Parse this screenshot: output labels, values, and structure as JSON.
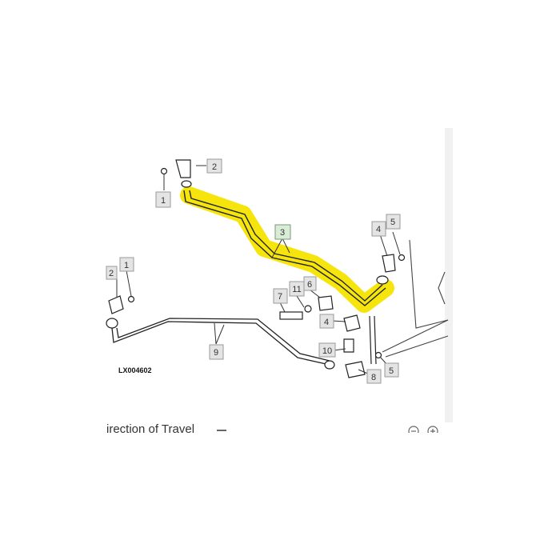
{
  "figure_id": "LX004602",
  "caption": "irection of Travel",
  "callouts": {
    "c1a": "1",
    "c1b": "1",
    "c2a": "2",
    "c2b": "2",
    "c3": "3",
    "c4a": "4",
    "c4b": "4",
    "c5a": "5",
    "c5b": "5",
    "c6": "6",
    "c7": "7",
    "c8": "8",
    "c9": "9",
    "c10": "10",
    "c11": "11"
  },
  "colors": {
    "highlight": "#f6e300",
    "highlight_callout": "#d9ecd6",
    "callout_fill": "#e4e4e4",
    "line": "#222222"
  },
  "icons": [
    "arrow-icon",
    "zoom-out-icon",
    "zoom-in-icon"
  ]
}
